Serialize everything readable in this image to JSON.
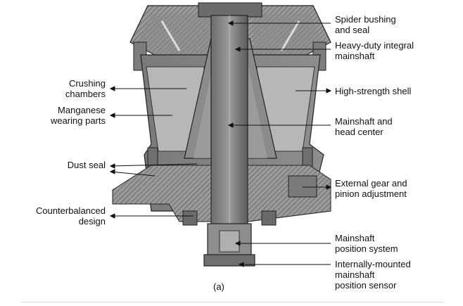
{
  "labels_left": [
    {
      "id": "crushing-chambers",
      "text": "Crushing\nchambers"
    },
    {
      "id": "manganese-wearing-parts",
      "text": "Manganese\nwearing parts"
    },
    {
      "id": "dust-seal",
      "text": "Dust seal"
    },
    {
      "id": "counterbalanced-design",
      "text": "Counterbalanced\ndesign"
    }
  ],
  "labels_right": [
    {
      "id": "spider-bushing-and-seal",
      "text": "Spider bushing\nand seal"
    },
    {
      "id": "heavy-duty-integral-mainshaft",
      "text": "Heavy-duty integral\nmainshaft"
    },
    {
      "id": "high-strength-shell",
      "text": "High-strength shell"
    },
    {
      "id": "mainshaft-and-head-center",
      "text": "Mainshaft and\nhead center"
    },
    {
      "id": "external-gear-and-pinion-adjustment",
      "text": "External gear and\npinion adjustment"
    },
    {
      "id": "mainshaft-position-system",
      "text": "Mainshaft\nposition system"
    },
    {
      "id": "internally-mounted-mainshaft-position-sensor",
      "text": "Internally-mounted\nmainshaft\nposition sensor"
    }
  ],
  "caption": "(a)"
}
